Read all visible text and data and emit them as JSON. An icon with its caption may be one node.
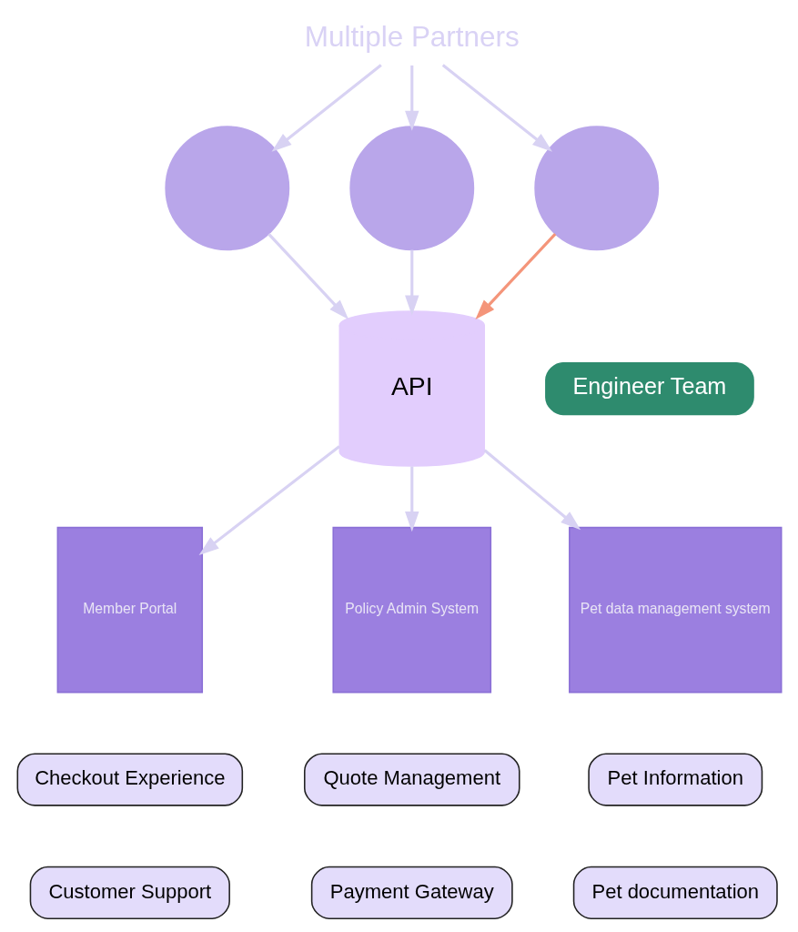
{
  "diagram": {
    "nodes": [
      {
        "text": [
          "Multiple Partners"
        ]
      },
      {
        "text": [],
        "shape": "person"
      },
      {
        "text": [],
        "shape": "person"
      },
      {
        "text": [],
        "shape": "person"
      },
      {
        "text": [
          "API"
        ]
      },
      {
        "text": [
          "Engineer Team"
        ]
      },
      {
        "text": [
          "Member Portal"
        ]
      },
      {
        "text": [
          "Policy Admin System"
        ]
      },
      {
        "text": [
          "Pet data management system"
        ]
      },
      {
        "text": [
          "Checkout Experience"
        ]
      },
      {
        "text": [
          "Quote Management"
        ]
      },
      {
        "text": [
          "Pet Information"
        ]
      },
      {
        "text": [
          "Customer Support"
        ]
      },
      {
        "text": [
          "Payment Gateway"
        ]
      },
      {
        "text": [
          "Pet documentation"
        ]
      }
    ],
    "edges": [
      {
        "from": 0,
        "to": 1,
        "arrow": "to"
      },
      {
        "from": 0,
        "to": 2,
        "arrow": "to"
      },
      {
        "from": 0,
        "to": 3,
        "arrow": "to"
      },
      {
        "from": 1,
        "to": 4,
        "arrow": "to"
      },
      {
        "from": 2,
        "to": 4,
        "arrow": "to"
      },
      {
        "from": 3,
        "to": 4,
        "arrow": "to",
        "color": "#f4957a"
      },
      {
        "from": 4,
        "to": 6,
        "arrow": "to"
      },
      {
        "from": 4,
        "to": 7,
        "arrow": "to"
      },
      {
        "from": 4,
        "to": 8,
        "arrow": "to"
      }
    ]
  }
}
